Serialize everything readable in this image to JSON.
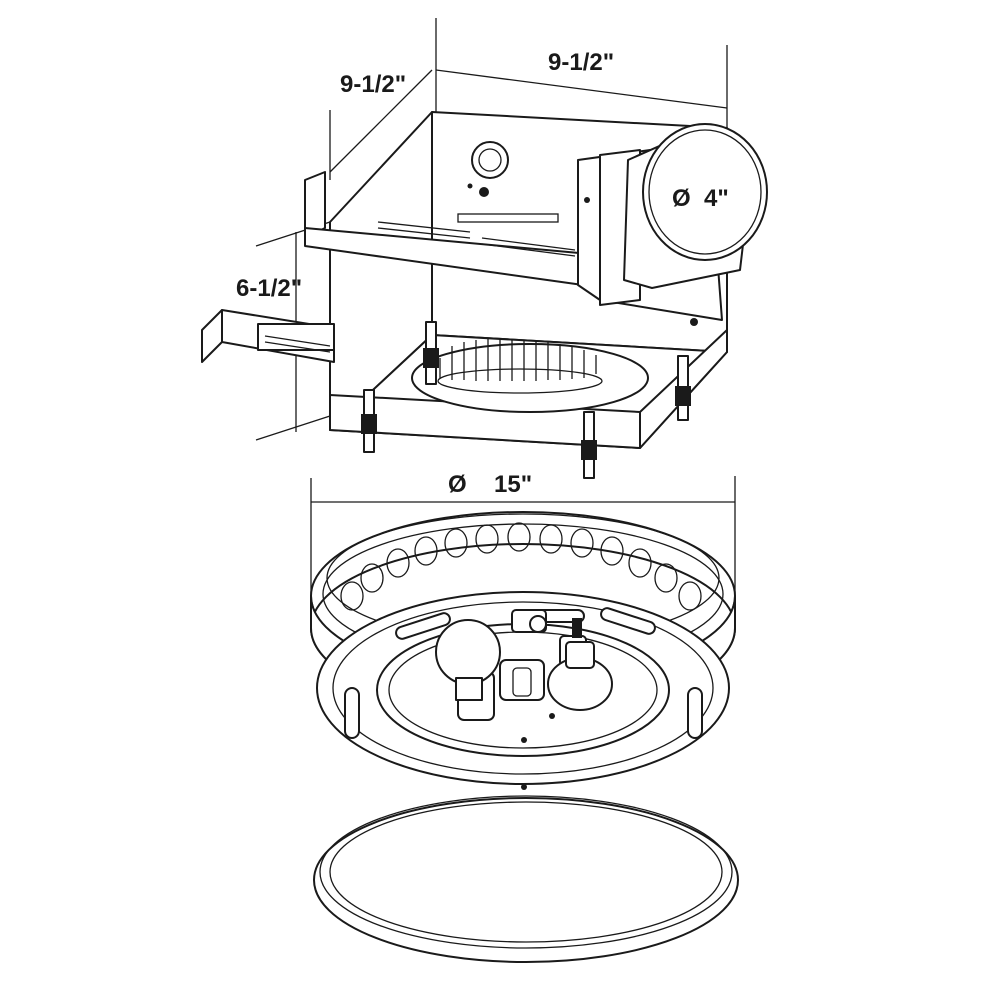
{
  "dimensions": {
    "housing_depth": "9-1/2\"",
    "housing_width": "9-1/2\"",
    "duct_diameter_symbol": "Ø",
    "duct_diameter": "4\"",
    "housing_height": "6-1/2\"",
    "grille_diameter_symbol": "Ø",
    "grille_diameter": "15\""
  },
  "colors": {
    "line": "#1a1a1a",
    "background": "#ffffff"
  }
}
